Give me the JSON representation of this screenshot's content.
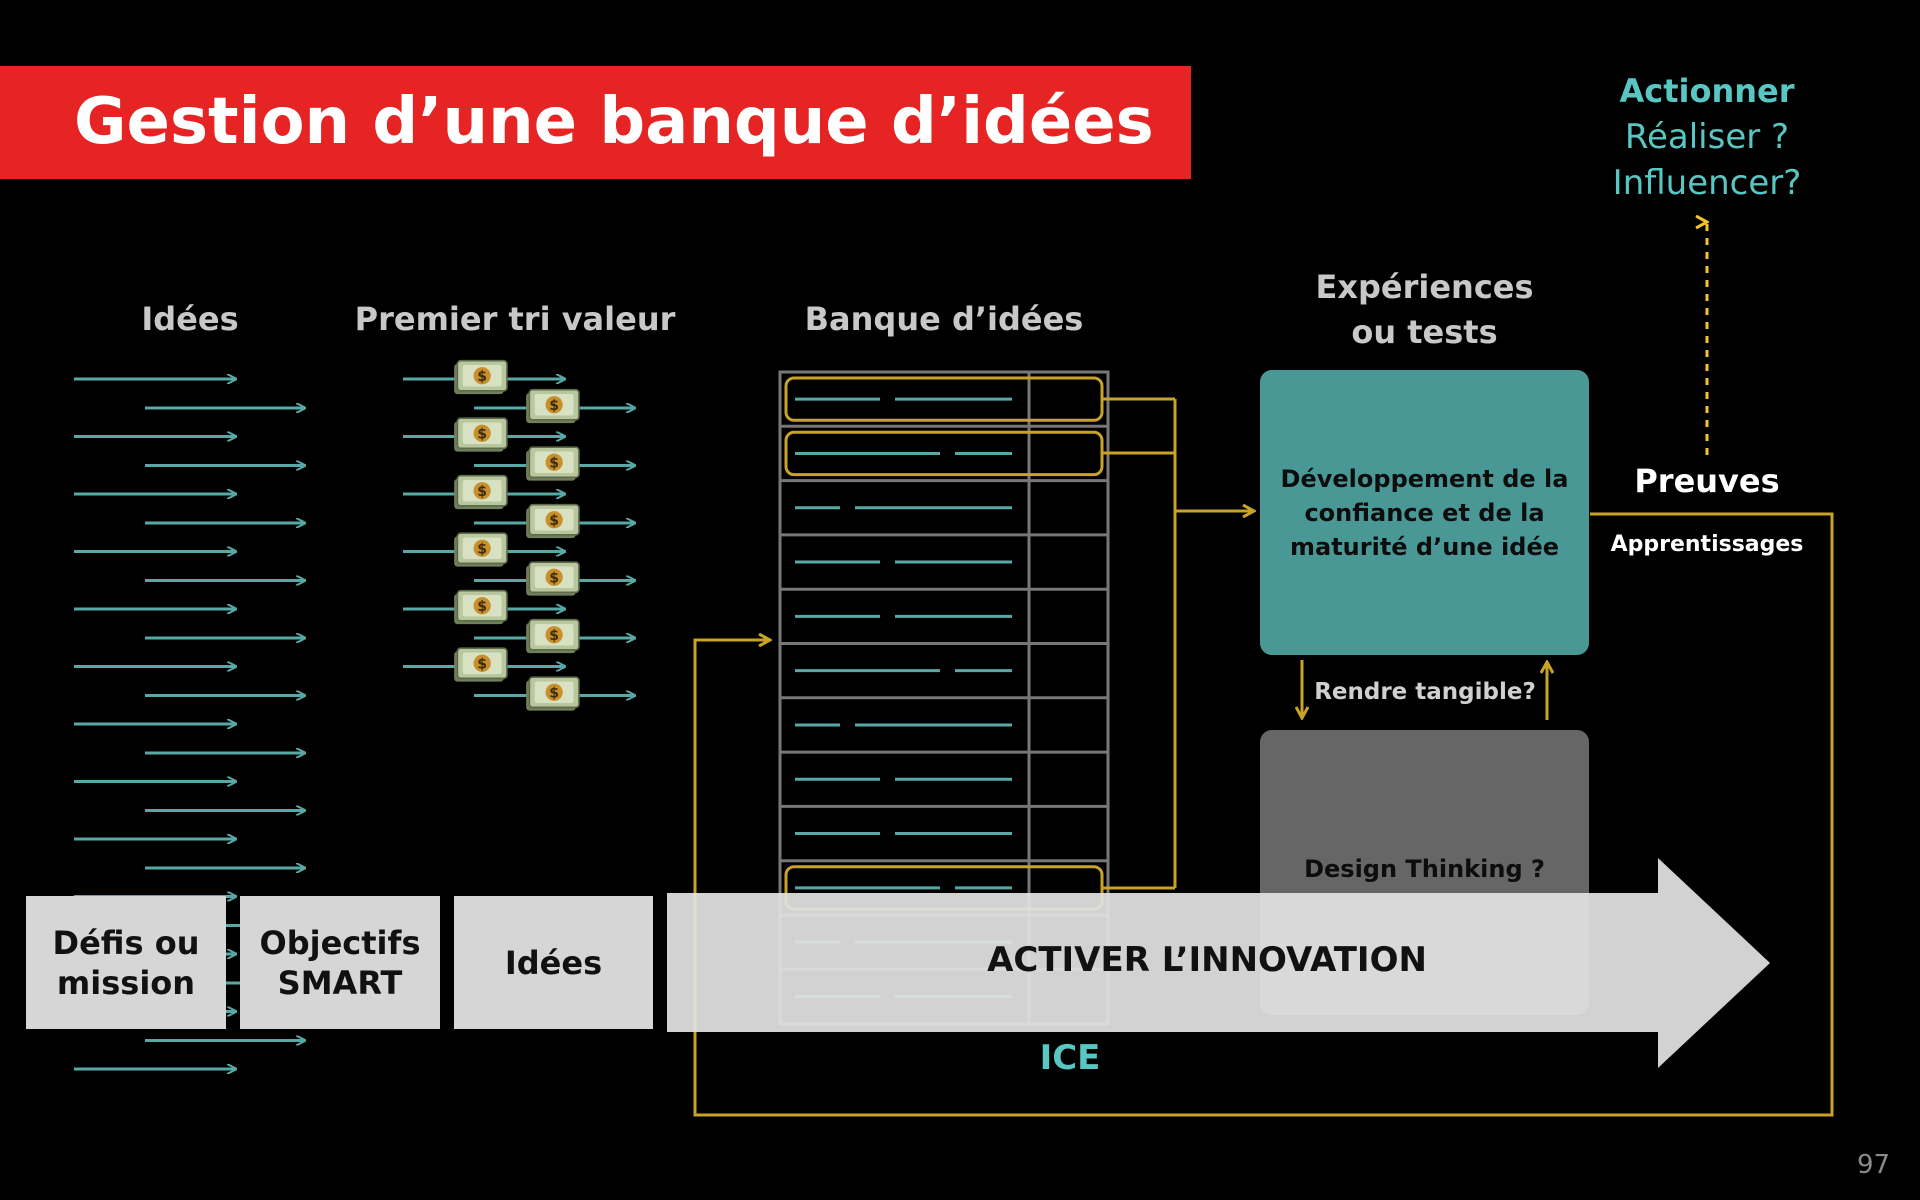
{
  "title": "Gestion d’une banque d’idées",
  "columns": {
    "ideas": "Idées",
    "first_sort": "Premier tri valeur",
    "bank": "Banque d’idées",
    "experiments_line1": "Expériences",
    "experiments_line2": "ou tests"
  },
  "action": {
    "line1": "Actionner",
    "line2": "Réaliser ?",
    "line3": "Influencer?"
  },
  "proof": {
    "title": "Preuves",
    "subtitle": "Apprentissages"
  },
  "development_box": "Développement de la confiance et de la maturité d’une idée",
  "tangible_label": "Rendre tangible?",
  "design_thinking": "Design Thinking ?",
  "ice_label": "ICE",
  "bottom_boxes": {
    "challenges_line1": "Défis ou",
    "challenges_line2": "mission",
    "objectives_line1": "Objectifs",
    "objectives_line2": "SMART",
    "ideas": "Idées"
  },
  "banner": "ACTIVER L’INNOVATION",
  "page_number": "97",
  "money_icon": "money-bills-icon",
  "colors": {
    "title_bar": "#e52423",
    "arrow_teal": "#58a8a6",
    "flow_gold": "#c9a227",
    "box_teal": "#4a9896",
    "box_grey": "#666666",
    "accent_cyan": "#58c6c3",
    "dashed_yellow": "#f2c42d"
  }
}
